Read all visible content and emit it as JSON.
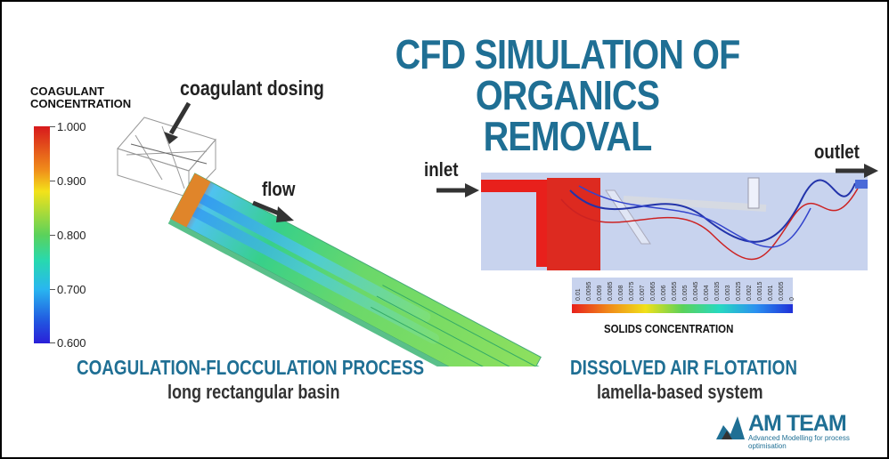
{
  "title": [
    "CFD SIMULATION OF",
    "ORGANICS REMOVAL"
  ],
  "colorbar": {
    "title": [
      "COAGULANT",
      "CONCENTRATION"
    ],
    "ticks": [
      "1.000",
      "0.900",
      "0.800",
      "0.700",
      "0.600"
    ]
  },
  "labels": {
    "dosing": "coagulant dosing",
    "flow": "flow",
    "inlet": "inlet",
    "outlet": "outlet",
    "solids": "SOLIDS CONCENTRATION"
  },
  "solids_ticks": [
    "0.01",
    "0.0095",
    "0.009",
    "0.0085",
    "0.008",
    "0.0075",
    "0.007",
    "0.0065",
    "0.006",
    "0.0055",
    "0.005",
    "0.0045",
    "0.004",
    "0.0035",
    "0.003",
    "0.0025",
    "0.002",
    "0.0015",
    "0.001",
    "0.0005",
    "0"
  ],
  "sections": {
    "left": {
      "title": "COAGULATION-FLOCCULATION PROCESS",
      "subtitle": "long rectangular basin"
    },
    "right": {
      "title": "DISSOLVED AIR FLOTATION",
      "subtitle": "lamella-based system"
    }
  },
  "logo": {
    "name": "AM TEAM",
    "tagline": "Advanced Modelling for process optimisation"
  },
  "colors": {
    "brand": "#1f6f94",
    "text": "#222222"
  }
}
